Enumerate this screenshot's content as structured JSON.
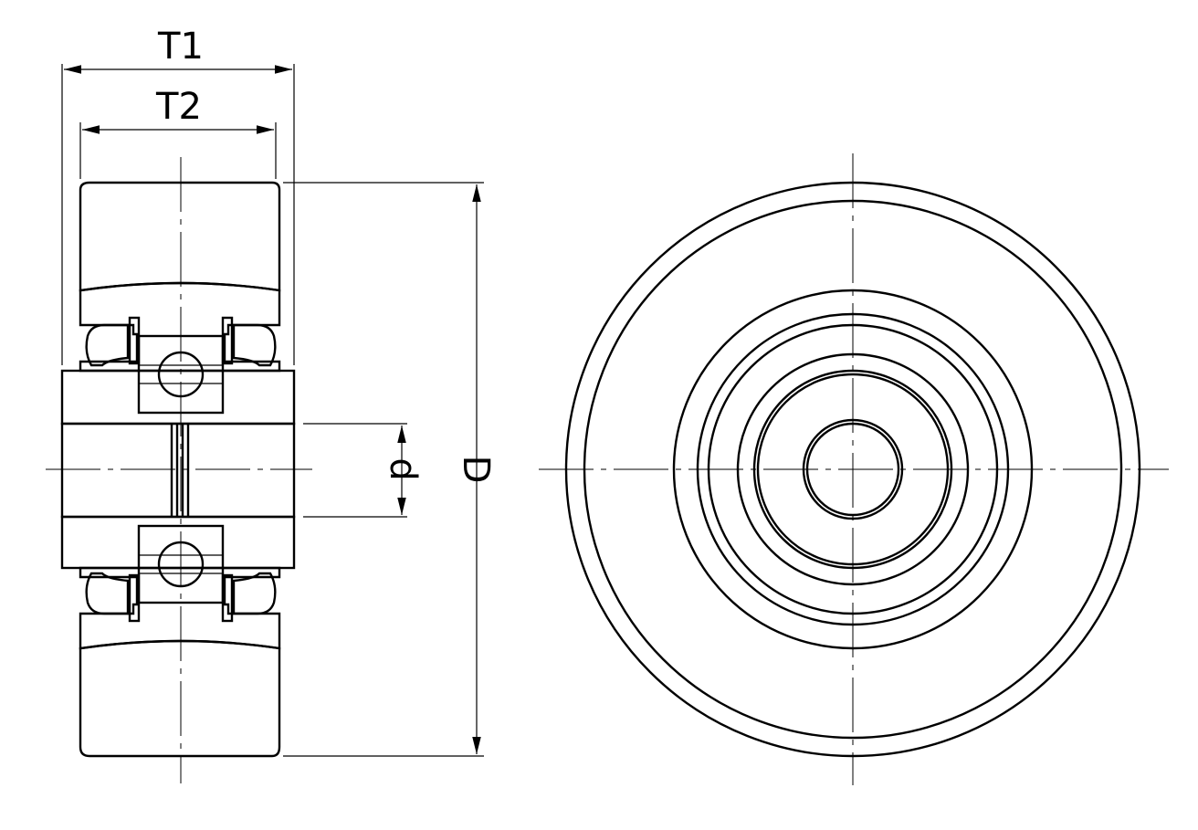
{
  "dimensions": {
    "t1": "T1",
    "t2": "T2",
    "d_small": "d",
    "d_large": "D"
  },
  "colors": {
    "line": "#000000",
    "background": "#ffffff"
  }
}
